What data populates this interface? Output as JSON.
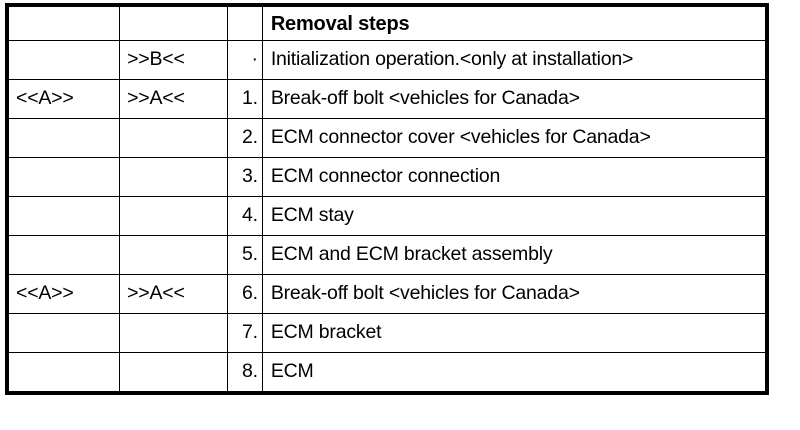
{
  "table": {
    "columns": [
      {
        "key": "marker_a",
        "header": ""
      },
      {
        "key": "marker_b",
        "header": ""
      },
      {
        "key": "number",
        "header": ""
      },
      {
        "key": "step",
        "header": "Removal steps"
      }
    ],
    "header": {
      "marker_a": "",
      "marker_b": "",
      "number": "",
      "step": "Removal steps"
    },
    "rows": [
      {
        "marker_a": "",
        "marker_b": ">>B<<",
        "number": "·",
        "step": "Initialization operation.<only at installation>"
      },
      {
        "marker_a": "<<A>>",
        "marker_b": ">>A<<",
        "number": "1.",
        "step": "Break-off bolt <vehicles for Canada>"
      },
      {
        "marker_a": "",
        "marker_b": "",
        "number": "2.",
        "step": "ECM connector cover <vehicles for Canada>"
      },
      {
        "marker_a": "",
        "marker_b": "",
        "number": "3.",
        "step": "ECM connector connection"
      },
      {
        "marker_a": "",
        "marker_b": "",
        "number": "4.",
        "step": "ECM stay"
      },
      {
        "marker_a": "",
        "marker_b": "",
        "number": "5.",
        "step": "ECM and ECM bracket assembly"
      },
      {
        "marker_a": "<<A>>",
        "marker_b": ">>A<<",
        "number": "6.",
        "step": "Break-off bolt <vehicles for Canada>"
      },
      {
        "marker_a": "",
        "marker_b": "",
        "number": "7.",
        "step": "ECM bracket"
      },
      {
        "marker_a": "",
        "marker_b": "",
        "number": "8.",
        "step": "ECM"
      }
    ]
  },
  "colors": {
    "border": "#000000",
    "text": "#000000",
    "background": "#ffffff"
  }
}
